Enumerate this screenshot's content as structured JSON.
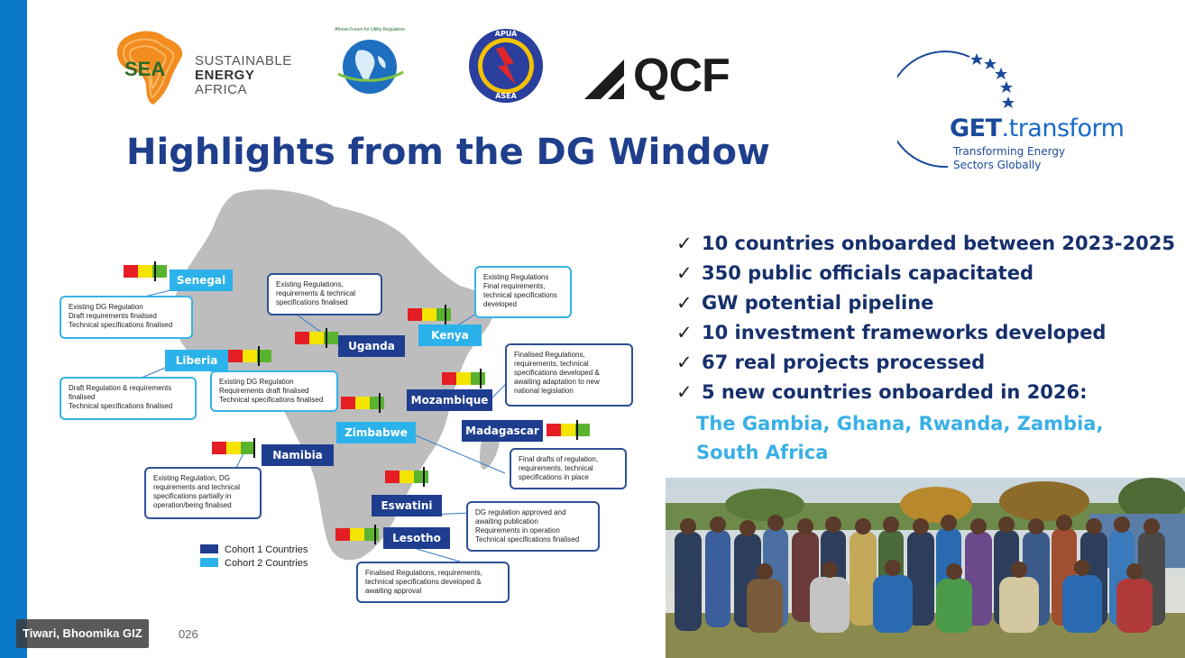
{
  "logos": {
    "sea_abbr": "SEA",
    "sea_lines": [
      "SUSTAINABLE",
      "ENERGY",
      "AFRICA"
    ],
    "afur_text": "African Forum for Utility Regulators",
    "apua_top": "APUA",
    "apua_bottom": "ASEA",
    "qcf": "QCF",
    "get_bold": "GET",
    "get_light": ".transform",
    "get_sub1": "Transforming Energy",
    "get_sub2": "Sectors Globally"
  },
  "title": "Highlights from the DG Window",
  "bullets": [
    "10 countries onboarded between 2023-2025",
    "350 public officials capacitated",
    "GW potential pipeline",
    "10 investment frameworks developed",
    "67 real projects processed",
    "5 new countries onboarded in 2026:"
  ],
  "check_glyph": "✓",
  "new_countries_line1": "The Gambia, Ghana, Rwanda, Zambia,",
  "new_countries_line2": "South Africa",
  "countries": {
    "senegal": "Senegal",
    "liberia": "Liberia",
    "uganda": "Uganda",
    "kenya": "Kenya",
    "mozambique": "Mozambique",
    "zimbabwe": "Zimbabwe",
    "madagascar": "Madagascar",
    "namibia": "Namibia",
    "eswatini": "Eswatini",
    "lesotho": "Lesotho"
  },
  "gauge_levels": {
    "senegal": 0.72,
    "liberia": 0.7,
    "uganda": 0.72,
    "kenya": 0.88,
    "mozambique": 0.9,
    "zimbabwe": 0.9,
    "madagascar": 0.7,
    "namibia": 0.98,
    "eswatini": 0.9,
    "lesotho": 0.92
  },
  "callouts": {
    "senegal": [
      "Existing DG Regulation",
      "Draft requirements finalised",
      "Technical specifications finalised"
    ],
    "uganda": [
      "Existing Regulations,",
      "requirements & technical",
      "specifications finalised"
    ],
    "kenya": [
      "Existing Regulations",
      "Final requirements,",
      "technical specifications",
      "developed"
    ],
    "mozambique": [
      "Finalised Regulations,",
      "requirements, technical",
      "specifications developed &",
      "awaiting adaptation to new",
      "national legislation"
    ],
    "liberia": [
      "Draft Regulation & requirements",
      "finalised",
      "Technical specifications finalised"
    ],
    "zimbabwe": [
      "Existing DG Regulation",
      "Requirements draft finalised",
      "Technical specifications finalised"
    ],
    "madagascar": [
      "Final drafts of regulation,",
      "requirements, technical",
      "specifications in place"
    ],
    "namibia": [
      "Existing Regulation, DG",
      "requirements and technical",
      "specifications partially in",
      "operation/being finalised"
    ],
    "eswatini": [
      "DG regulation approved and",
      "awaiting publication",
      "Requirements in operation",
      "Technical specifications finalised"
    ],
    "lesotho": [
      "Finalised Regulations, requirements,",
      "technical specifications developed &",
      "awaiting approval"
    ]
  },
  "legend": {
    "cohort1": "Cohort 1 Countries",
    "cohort2": "Cohort 2 Countries"
  },
  "colors": {
    "cohort1": "#1e3d8f",
    "cohort2": "#2bb2ea",
    "title": "#1f3e8c",
    "new_countries": "#39b0e6"
  },
  "participant": {
    "name": "Tiwari, Bhoomika GIZ",
    "date_tail": "026"
  }
}
